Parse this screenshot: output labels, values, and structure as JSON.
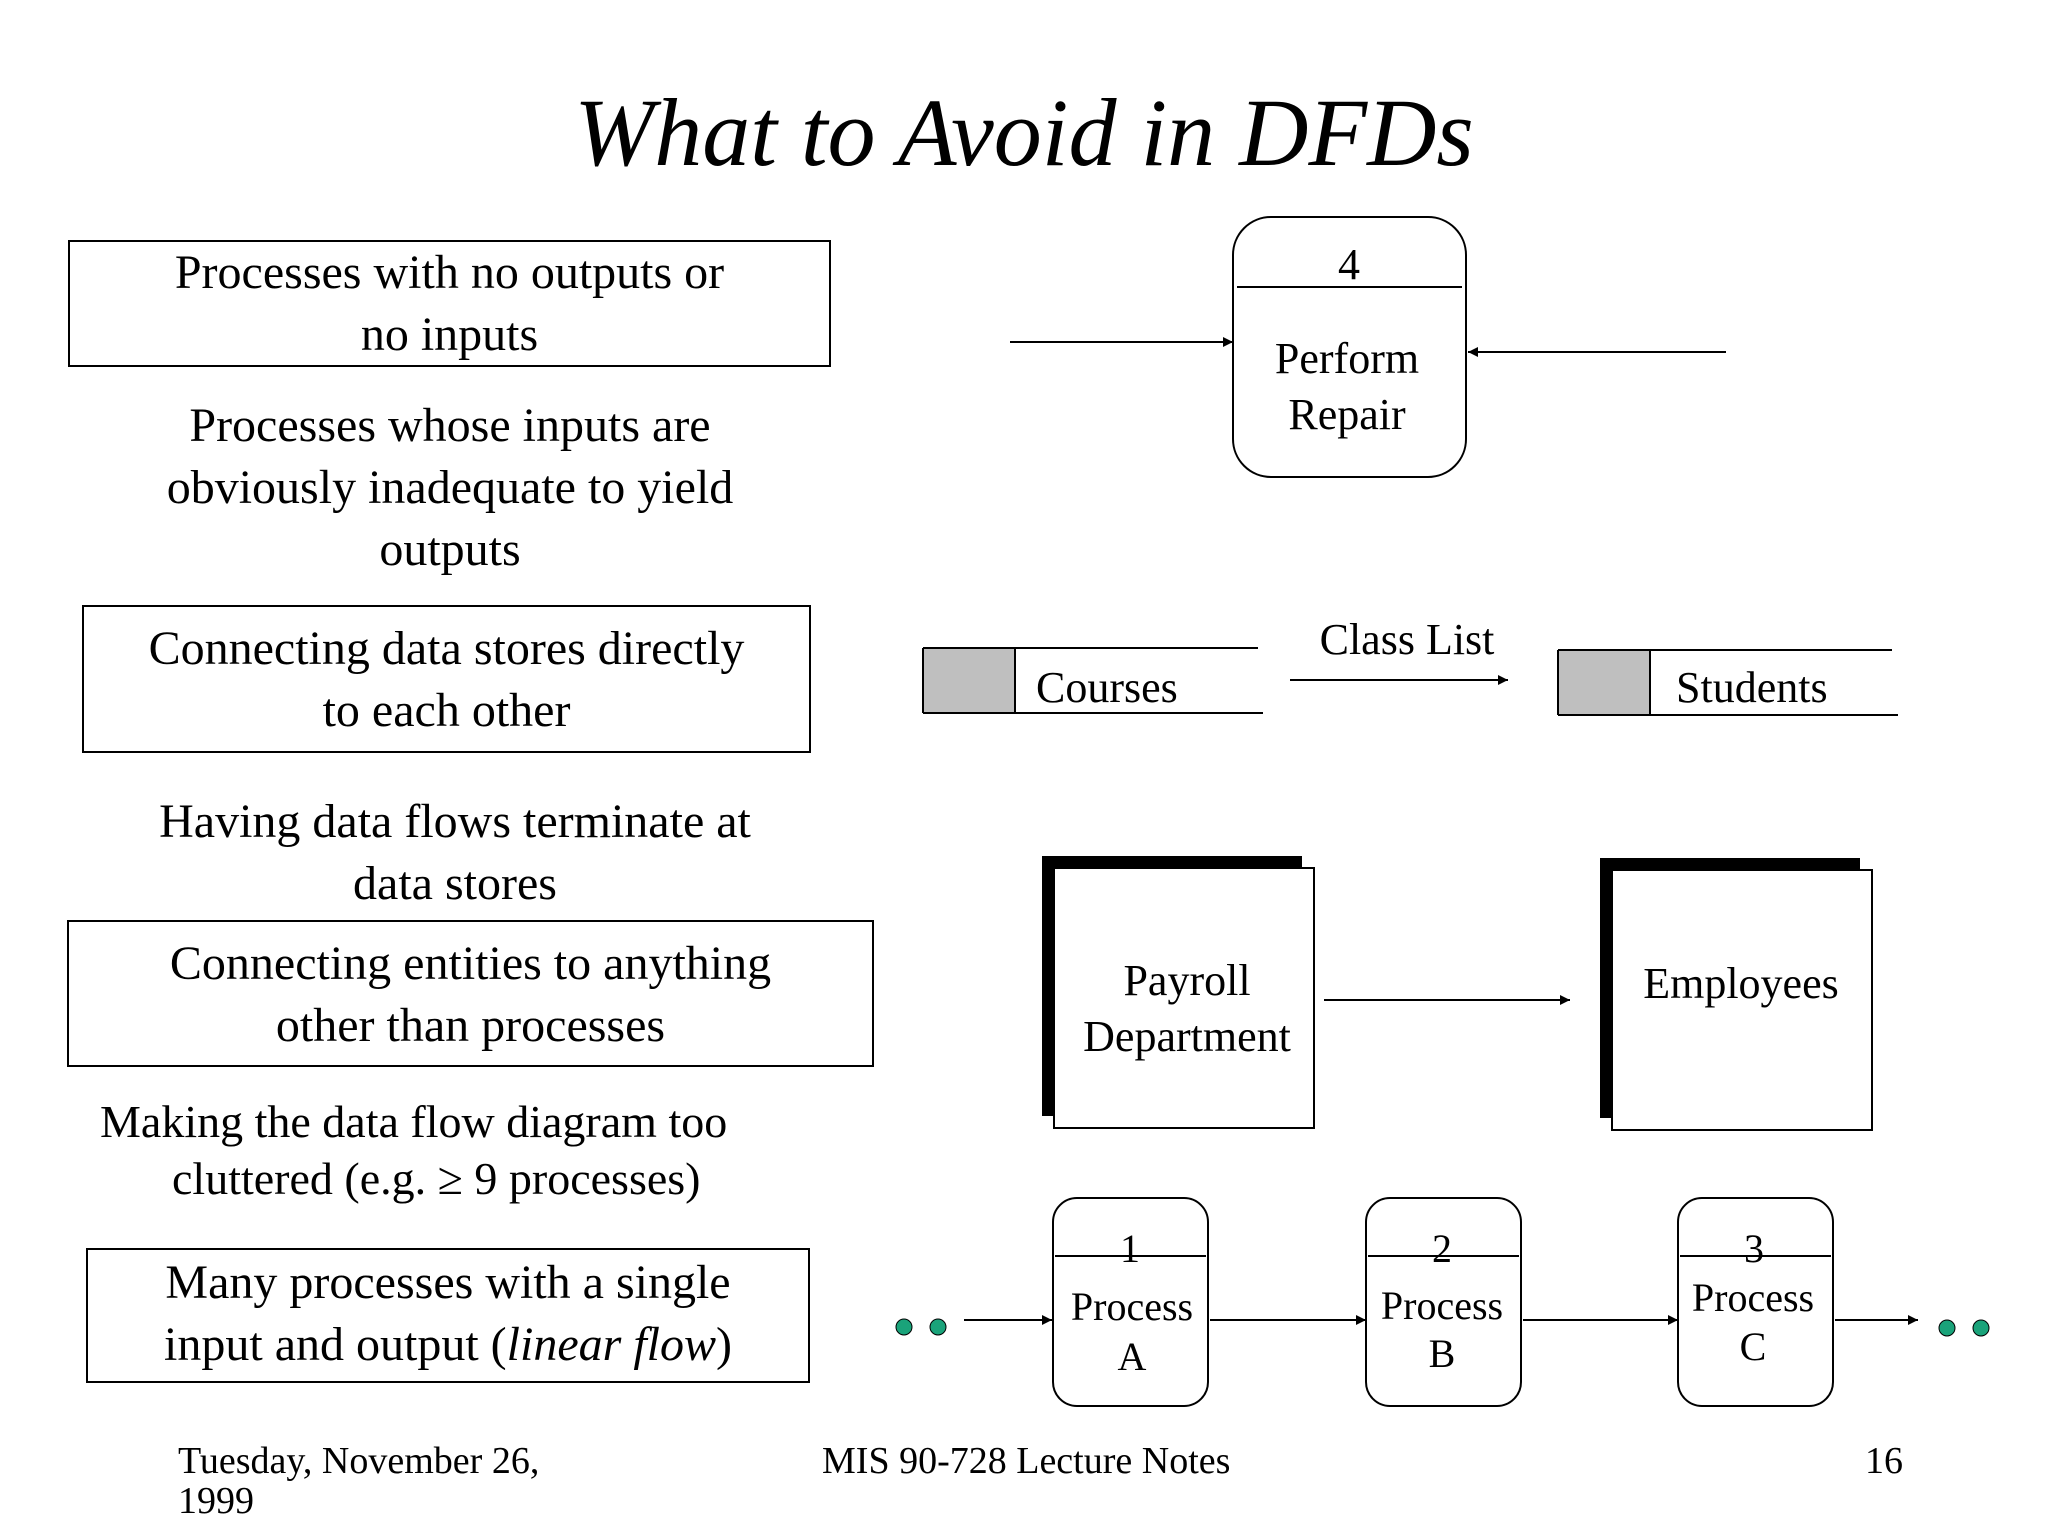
{
  "slide": {
    "title": "What to Avoid in DFDs",
    "items": [
      {
        "lines": [
          "Processes with no outputs or",
          "no inputs"
        ]
      },
      {
        "lines": [
          "Processes  whose inputs are",
          "obviously inadequate to yield",
          "outputs"
        ]
      },
      {
        "lines": [
          "Connecting data stores directly",
          "to each other"
        ]
      },
      {
        "lines": [
          "Having data flows terminate at",
          "data stores"
        ]
      },
      {
        "lines": [
          "Connecting entities to anything",
          "other than processes"
        ]
      },
      {
        "lines": [
          "Making the data flow diagram too",
          "cluttered (e.g. ≥ 9 processes)"
        ]
      },
      {
        "lines": [
          "Many processes with a single",
          "input and output ("
        ],
        "italic": "linear flow",
        "tail": ")"
      }
    ]
  },
  "diagram": {
    "repair_process": {
      "number": "4",
      "name_lines": [
        "Perform",
        "Repair"
      ]
    },
    "stores": {
      "left": "Courses",
      "flow_label": "Class List",
      "right": "Students"
    },
    "entities": {
      "left_lines": [
        "Payroll",
        "Department"
      ],
      "right": "Employees"
    },
    "linear_processes": [
      {
        "number": "1",
        "line1": "Process",
        "line2": "A"
      },
      {
        "number": "2",
        "line1": "Process",
        "line2": "B"
      },
      {
        "number": "3",
        "line1": "Process",
        "line2": "C"
      }
    ],
    "colors": {
      "dot": "#1aa37a",
      "store_fill": "#bfbfbf"
    }
  },
  "footer": {
    "date_line1": "Tuesday, November 26,",
    "date_line2": "1999",
    "course": "MIS 90-728 Lecture Notes",
    "page": "16"
  }
}
